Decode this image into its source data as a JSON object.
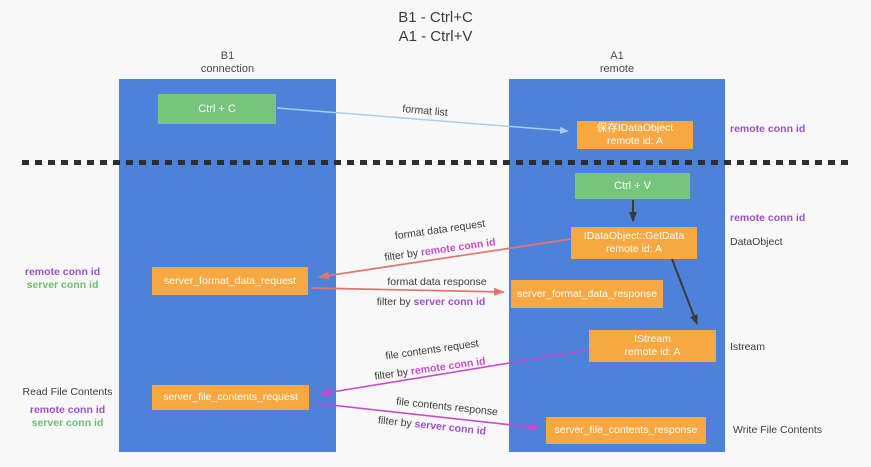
{
  "title": {
    "line1": "B1 - Ctrl+C",
    "line2": "A1 - Ctrl+V"
  },
  "lanes": {
    "left": {
      "name": "B1",
      "role": "connection"
    },
    "right": {
      "name": "A1",
      "role": "remote"
    }
  },
  "nodes": {
    "ctrl_c": "Ctrl + C",
    "save_dataobject_line1": "保存IDataObject",
    "save_dataobject_line2": "remote id: A",
    "ctrl_v": "Ctrl + V",
    "getdata_line1": "IDataObject::GetData",
    "getdata_line2": "remote id: A",
    "server_format_data_request": "server_format_data_request",
    "server_format_data_response": "server_format_data_response",
    "istream_line1": "IStream",
    "istream_line2": "remote id: A",
    "server_file_contents_request": "server_file_contents_request",
    "server_file_contents_response": "server_file_contents_response"
  },
  "edges": {
    "format_list": "format list",
    "format_data_request": "format data request",
    "format_data_response": "format data response",
    "file_contents_request": "file contents request",
    "file_contents_response": "file contents response",
    "filter_by": "filter by ",
    "remote_conn_id": "remote conn id",
    "server_conn_id": "server conn id"
  },
  "annotations": {
    "remote_conn_id_right_top": "remote conn id",
    "remote_conn_id_right_mid": "remote conn id",
    "dataobject": "DataObject",
    "istream": "Istream",
    "write_file_contents": "Write File Contents",
    "remote_conn_id_left_1": "remote conn id",
    "server_conn_id_left_1": "server conn id",
    "read_file_contents": "Read File Contents",
    "remote_conn_id_left_2": "remote conn id",
    "server_conn_id_left_2": "server conn id"
  },
  "colors": {
    "lane_blue": "#4d82d8",
    "box_green": "#77c47c",
    "box_orange": "#f7a843",
    "arrow_red": "#e5736f",
    "arrow_magenta": "#cb49ce",
    "arrow_lightblue": "#a9cdee",
    "arrow_black": "#3a3a3a",
    "label_purple": "#9f4fce",
    "label_magenta": "#c94ccd",
    "label_green": "#6cbf6e"
  }
}
